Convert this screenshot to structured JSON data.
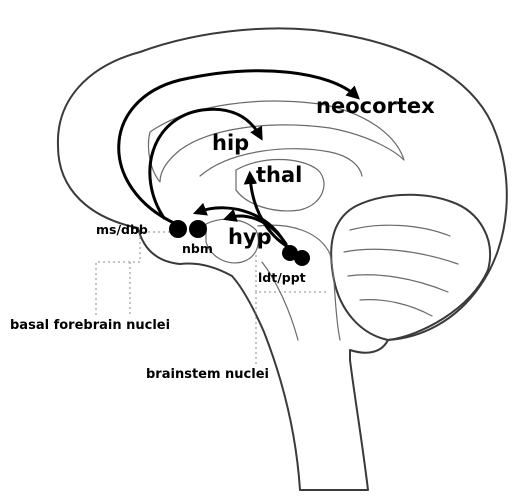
{
  "labels": {
    "neocortex": "neocortex",
    "hip": "hip",
    "thal": "thal",
    "hyp": "hyp",
    "ms_dbb": "ms/dbb",
    "nbm": "nbm",
    "ldt_ppt": "ldt/ppt"
  },
  "captions": {
    "basal_forebrain": "basal forebrain nuclei",
    "brainstem": "brainstem nuclei"
  }
}
